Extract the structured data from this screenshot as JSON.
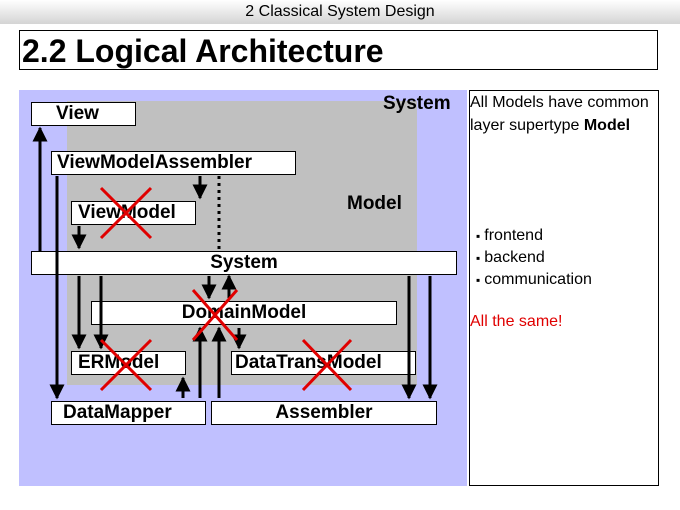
{
  "header": {
    "text": "2 Classical System Design"
  },
  "title": "2.2 Logical Architecture",
  "diagram": {
    "system_label": "System",
    "model_label": "Model",
    "boxes": {
      "view": "View",
      "view_model_assembler": "ViewModelAssembler",
      "view_model": "ViewModel",
      "system_bar": "System",
      "domain_model": "DomainModel",
      "er_model": "ERModel",
      "data_trans_model": "DataTransModel",
      "data_mapper": "DataMapper",
      "assembler": "Assembler"
    },
    "crossed_out": [
      "ViewModel",
      "DomainModel",
      "ERModel",
      "DataTransModel"
    ],
    "cross_color": "#e00000"
  },
  "sidebar": {
    "text_part1": "All Models have common layer supertype ",
    "text_bold": "Model",
    "bullets": [
      "frontend",
      "backend",
      "communication"
    ],
    "conclusion": "All the same!",
    "conclusion_color": "#e00000"
  }
}
